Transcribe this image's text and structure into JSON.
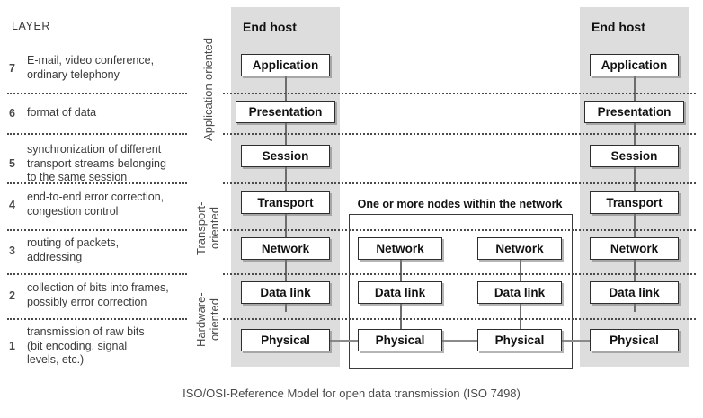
{
  "heading": "LAYER",
  "caption": "ISO/OSI-Reference Model for open data transmission (ISO 7498)",
  "colors": {
    "host_band": "#dddddd",
    "box_border": "#2e2e2e",
    "separator": "#4a4a4a",
    "connector": "#6d6d6d",
    "text": "#3a3a3a"
  },
  "layers": [
    {
      "number": "7",
      "description_line1": "E-mail, video conference,",
      "description_line2": "ordinary telephony",
      "description_line3": "",
      "name": "Application"
    },
    {
      "number": "6",
      "description_line1": "format of data",
      "description_line2": "",
      "description_line3": "",
      "name": "Presentation"
    },
    {
      "number": "5",
      "description_line1": "synchronization of different",
      "description_line2": "transport streams belonging",
      "description_line3": "to the same session",
      "name": "Session"
    },
    {
      "number": "4",
      "description_line1": "end-to-end error correction,",
      "description_line2": "congestion control",
      "description_line3": "",
      "name": "Transport"
    },
    {
      "number": "3",
      "description_line1": "routing of packets,",
      "description_line2": "addressing",
      "description_line3": "",
      "name": "Network"
    },
    {
      "number": "2",
      "description_line1": "collection of bits into frames,",
      "description_line2": "possibly error correction",
      "description_line3": "",
      "name": "Data link"
    },
    {
      "number": "1",
      "description_line1": "transmission of raw bits",
      "description_line2": "(bit encoding, signal",
      "description_line3": "levels, etc.)",
      "name": "Physical"
    }
  ],
  "orientation_groups": [
    {
      "label": "Application-oriented",
      "line1": "Application-oriented",
      "line2": ""
    },
    {
      "label": "Transport-oriented",
      "line1": "Transport-",
      "line2": "oriented"
    },
    {
      "label": "Hardware-oriented",
      "line1": "Hardware-",
      "line2": "oriented"
    }
  ],
  "hosts": {
    "left_title": "End host",
    "right_title": "End host",
    "stack": [
      "Application",
      "Presentation",
      "Session",
      "Transport",
      "Network",
      "Data link",
      "Physical"
    ]
  },
  "network": {
    "label": "One or more nodes within the network",
    "node_stack": [
      "Network",
      "Data link",
      "Physical"
    ]
  }
}
